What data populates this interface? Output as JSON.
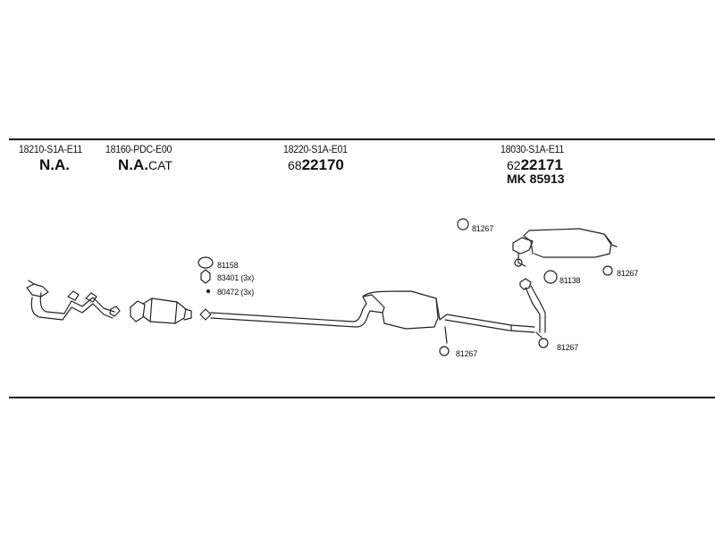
{
  "oem_numbers": {
    "front_pipe": "18210-S1A-E11",
    "catalyst": "18160-PDC-E00",
    "center_pipe": "18220-S1A-E01",
    "rear_silencer": "18030-S1A-E11"
  },
  "parts": {
    "front_pipe": "N.A.",
    "catalyst_main": "N.A.",
    "catalyst_suffix": "CAT",
    "center_pipe_prefix": "68",
    "center_pipe_number": "22170",
    "rear_prefix": "62",
    "rear_number": "22171",
    "mounting_kit": "MK  85913"
  },
  "hardware": {
    "h1": "81158",
    "h2": "83401 (3x)",
    "h3": "80472 (3x)",
    "h4": "81267",
    "h5": "81267",
    "h6": "81138",
    "h7": "81267",
    "h8": "81267"
  }
}
